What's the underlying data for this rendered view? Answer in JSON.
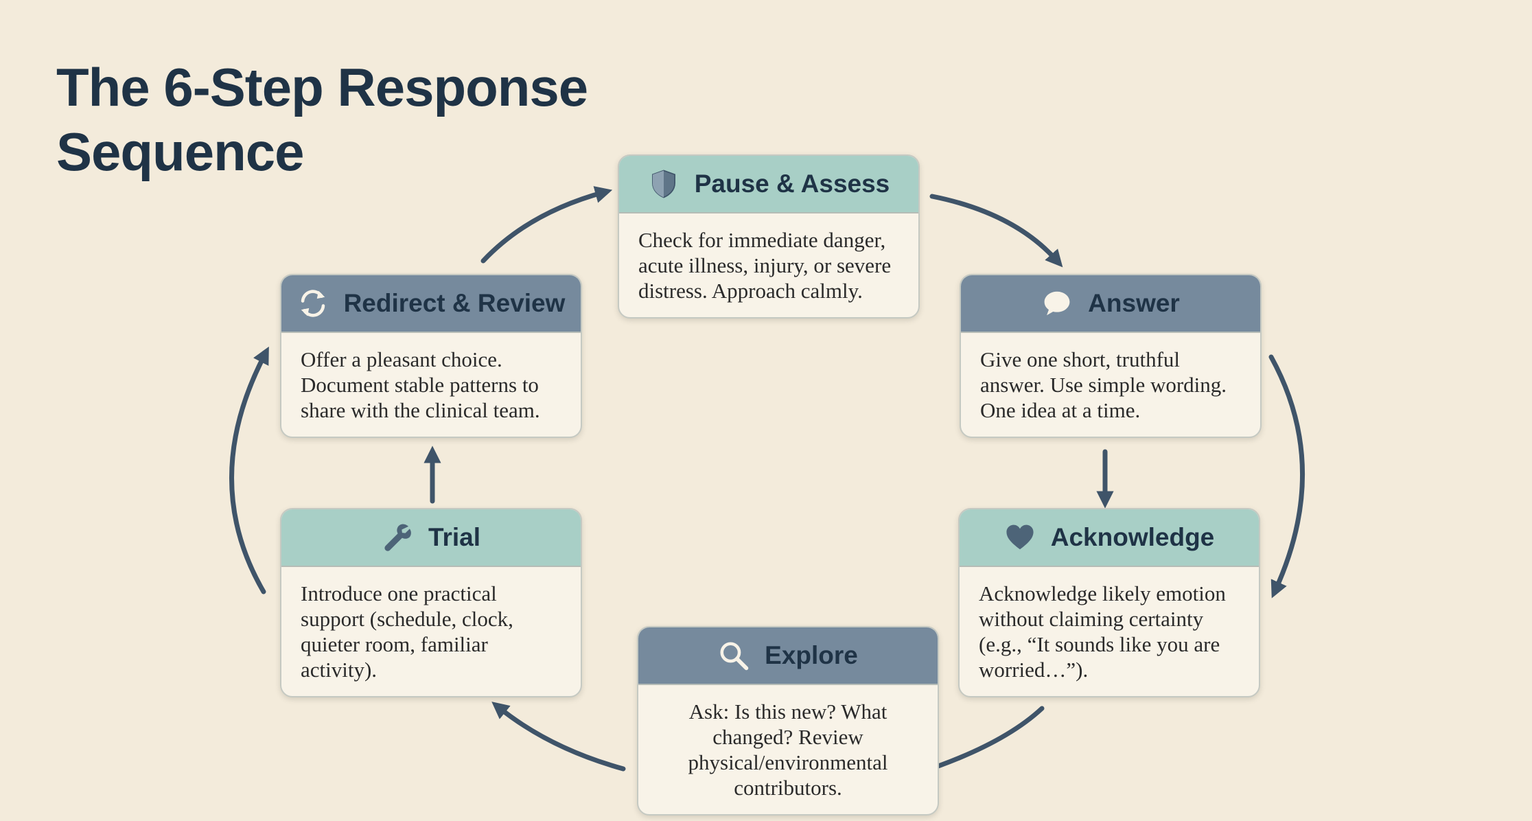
{
  "title": "The 6-Step Response Sequence",
  "steps": {
    "pause": {
      "title": "Pause & Assess",
      "icon": "shield-icon",
      "body": "Check for immediate danger, acute illness, injury, or severe distress. Approach calmly."
    },
    "answer": {
      "title": "Answer",
      "icon": "speech-bubble-icon",
      "body": "Give one short, truthful answer. Use simple wording. One idea at a time."
    },
    "acknowledge": {
      "title": "Acknowledge",
      "icon": "heart-icon",
      "body": "Acknowledge likely emotion without claiming certainty (e.g., “It sounds like you are worried…”)."
    },
    "explore": {
      "title": "Explore",
      "icon": "magnifier-icon",
      "body": "Ask: Is this new? What changed? Review physical/environmental contributors."
    },
    "trial": {
      "title": "Trial",
      "icon": "wrench-icon",
      "body": "Introduce one practical support (schedule, clock, quieter room, familiar activity)."
    },
    "redirect": {
      "title": "Redirect & Review",
      "icon": "refresh-icon",
      "body": "Offer a pleasant choice. Document stable patterns to share with the clinical team."
    }
  },
  "colors": {
    "background": "#f3ebdb",
    "title": "#1f3346",
    "teal_header": "#a8cfc6",
    "slate_header": "#768a9d",
    "arrow": "#3f5469"
  }
}
